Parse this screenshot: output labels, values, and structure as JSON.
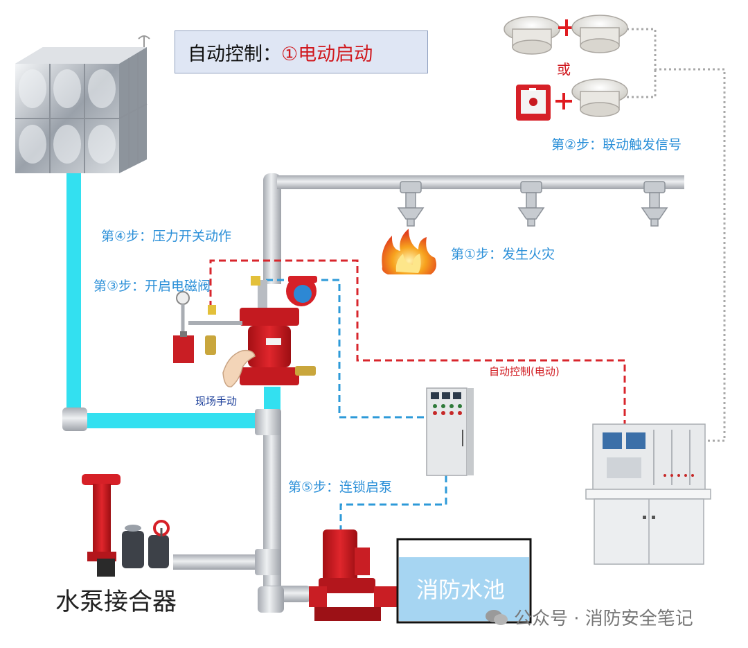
{
  "title": {
    "prefix": "自动控制：",
    "highlight": "①电动启动"
  },
  "steps": {
    "step1": "第①步：发生火灾",
    "step2": "第②步：联动触发信号",
    "step3": "第③步：开启电磁阀",
    "step4": "第④步：压力开关动作",
    "step5": "第⑤步：连锁启泵"
  },
  "labels": {
    "or": "或",
    "manual": "现场手动",
    "auto_control": "自动控制(电动)",
    "adapter": "水泵接合器",
    "pool": "消防水池"
  },
  "watermark": "公众号 · 消防安全笔记",
  "colors": {
    "water_pipe": "#33e0f0",
    "steel_pipe": "#c9ccd1",
    "signal_red": "#d8262c",
    "signal_blue": "#2d9ad8",
    "signal_gray": "#a8a8a8",
    "title_red": "#d0181e",
    "step_blue": "#2a8fd8"
  }
}
